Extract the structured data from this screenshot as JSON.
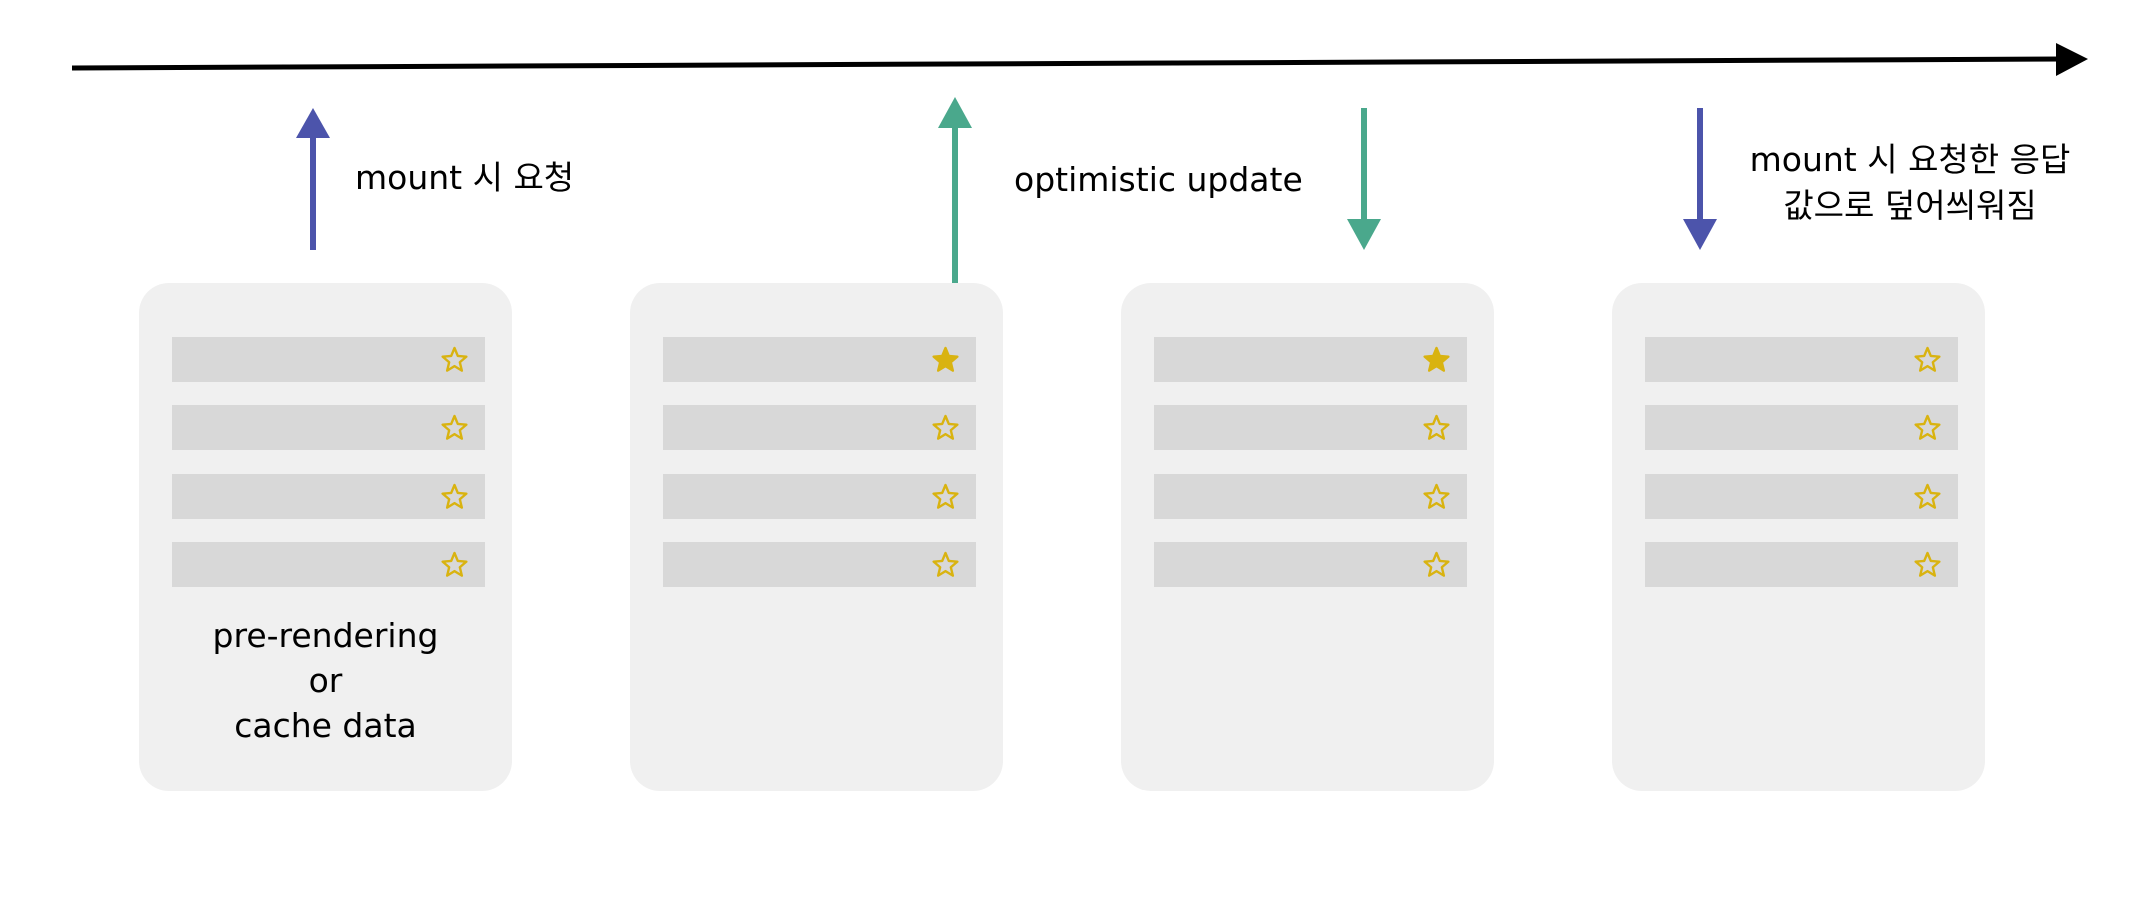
{
  "colors": {
    "timeline": "#000000",
    "request_arrow": "#4c54ab",
    "optimistic_arrow": "#4aa88c",
    "star": "#d9b310",
    "card_bg": "#f0f0f0",
    "row_bg": "#d8d8d8"
  },
  "labels": {
    "mount_request": "mount 시 요청",
    "optimistic_update": "optimistic update",
    "overwritten": "mount 시 요청한 응답\n값으로 덮어씌워짐"
  },
  "cards": [
    {
      "stars": [
        false,
        false,
        false,
        false
      ],
      "caption": "pre-rendering\nor\ncache data"
    },
    {
      "stars": [
        true,
        false,
        false,
        false
      ]
    },
    {
      "stars": [
        true,
        false,
        false,
        false
      ]
    },
    {
      "stars": [
        false,
        false,
        false,
        false
      ]
    }
  ],
  "icons": {
    "star_filled": "star-filled-icon",
    "star_outline": "star-outline-icon"
  }
}
